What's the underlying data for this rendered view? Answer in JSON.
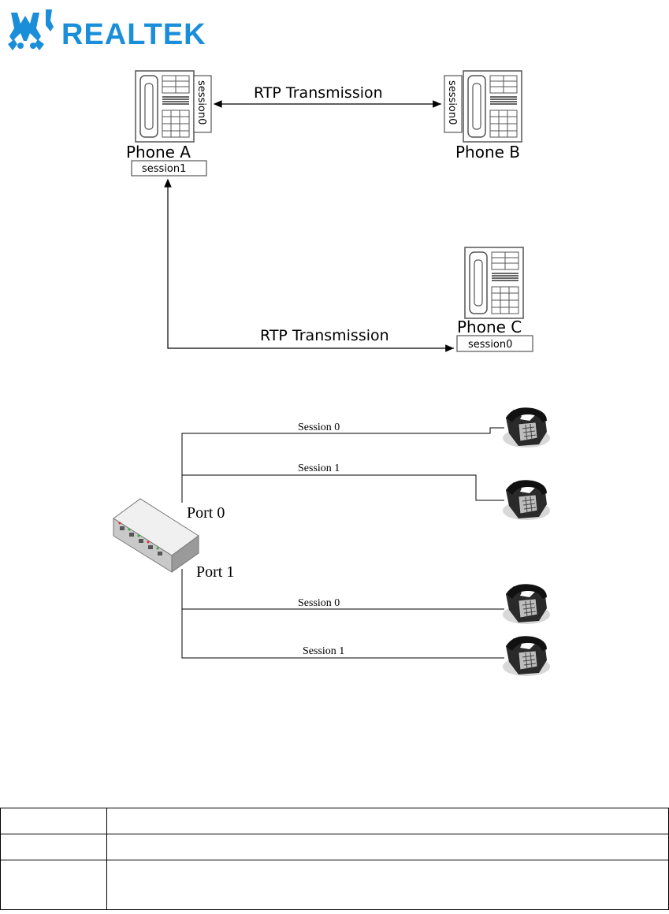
{
  "header": {
    "brand_text": "REALTEK",
    "brand_color": "#1a8ed8"
  },
  "diagram_top": {
    "phone_a": {
      "label": "Phone A",
      "session_side": "session0",
      "session_bottom": "session1"
    },
    "phone_b": {
      "label": "Phone B",
      "session_side": "session0"
    },
    "phone_c": {
      "label": "Phone C",
      "session_bottom": "session0"
    },
    "link_ab_label": "RTP Transmission",
    "link_ac_label": "RTP Transmission"
  },
  "diagram_bottom": {
    "port0_label": "Port 0",
    "port1_label": "Port 1",
    "sessions": [
      {
        "label": "Session 0"
      },
      {
        "label": "Session 1"
      },
      {
        "label": "Session 0"
      },
      {
        "label": "Session 1"
      }
    ]
  },
  "table": {
    "rows": [
      {
        "col1": "",
        "col2": ""
      },
      {
        "col1": "",
        "col2": ""
      },
      {
        "col1": "",
        "col2": ""
      }
    ]
  }
}
